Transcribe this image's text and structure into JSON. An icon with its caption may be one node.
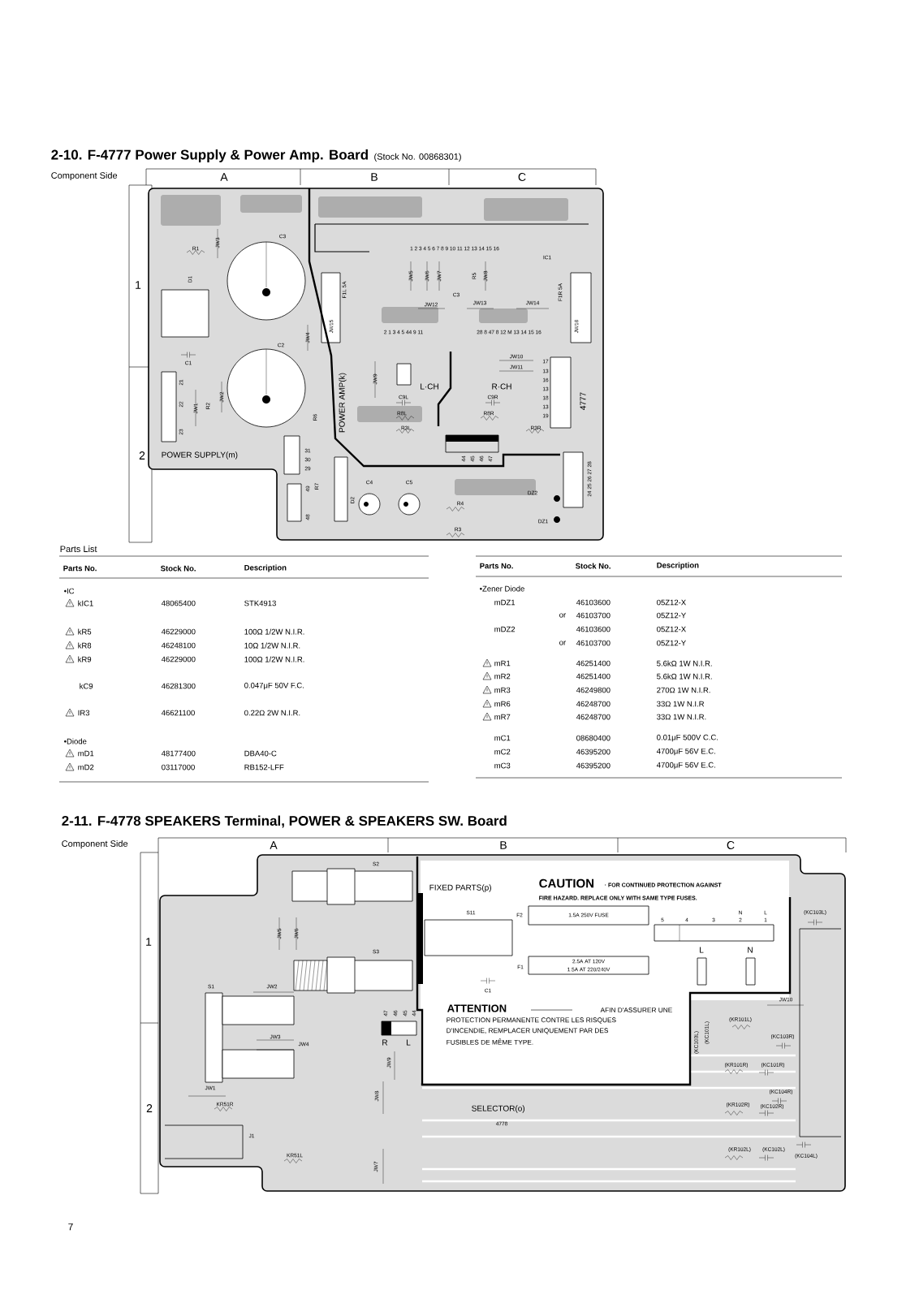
{
  "diagram": {
    "labels": [
      "2-10. F-4777 Power Supply & Power Amp. Board",
      "(Stock No. 00868301)",
      "Component Side",
      "A",
      "B",
      "C",
      "1",
      "2",
      "C3",
      "R1",
      "JW3",
      "D1",
      "C2",
      "C1",
      "21",
      "22",
      "23",
      "JW1",
      "R2",
      "JW2",
      "JW4",
      "R6",
      "POWER SUPPLY(m)",
      "31",
      "30",
      "29",
      "49",
      "48",
      "R7",
      "D2",
      "C4",
      "C5",
      "R4",
      "R3",
      "DZ2",
      "DZ1",
      "24 25 26 27 28",
      "44",
      "45",
      "46",
      "47",
      "JW15",
      "F1L 5A",
      "POWER AMP(k)",
      "1 2 3 4 5 6 7 8 9 10 11 12 13 14 15 16",
      "IC1",
      "JW5",
      "JW6",
      "JW7",
      "C3",
      "R5",
      "JW8",
      "F1R 5A",
      "JW12",
      "JW13",
      "JW14",
      "JW16",
      "2 1 3 4 5 44 9 11",
      "28 8 47 8 12 M 13 14 15 16",
      "JW9",
      "L·CH",
      "R·CH",
      "JW10",
      "JW11",
      "17",
      "13",
      "16",
      "13",
      "18",
      "13",
      "19",
      "4777",
      "C9L",
      "R8L",
      "R3L",
      "C9R",
      "R8R",
      "R3R",
      "Parts List",
      "Parts No.",
      "Stock No.",
      "Description",
      "•IC",
      "kIC1",
      "48065400",
      "STK4913",
      "kR5",
      "46229000",
      "100Ω 1/2W N.I.R.",
      "kR8",
      "46248100",
      "10Ω 1/2W N.I.R.",
      "kR9",
      "46229000",
      "100Ω 1/2W N.I.R.",
      "kC9",
      "46281300",
      "0.047μF 50V F.C.",
      "IR3",
      "46621100",
      "0.22Ω 2W N.I.R.",
      "•Diode",
      "mD1",
      "48177400",
      "DBA40-C",
      "mD2",
      "03117000",
      "RB152-LFF",
      "Parts No.",
      "Stock No.",
      "Description",
      "•Zener Diode",
      "mDZ1",
      "46103600",
      "05Z12-X",
      "or",
      "46103700",
      "05Z12-Y",
      "mDZ2",
      "46103600",
      "05Z12-X",
      "or",
      "46103700",
      "05Z12-Y",
      "mR1",
      "46251400",
      "5.6kΩ 1W N.I.R.",
      "mR2",
      "46251400",
      "5.6kΩ 1W N.I.R.",
      "mR3",
      "46249800",
      "270Ω 1W N.I.R.",
      "mR6",
      "46248700",
      "33Ω 1W N.I.R",
      "mR7",
      "46248700",
      "33Ω 1W N.I.R.",
      "mC1",
      "08680400",
      "0.01μF 500V C.C.",
      "mC2",
      "46395200",
      "4700μF 56V E.C.",
      "mC3",
      "46395200",
      "4700μF 56V E.C.",
      "2-11. F-4778 SPEAKERS Terminal, POWER & SPEAKERS SW. Board",
      "Component Side",
      "A",
      "B",
      "C",
      "1",
      "2",
      "S2",
      "JW5",
      "JW6",
      "S3",
      "S1",
      "JW2",
      "JW3",
      "JW4",
      "JW1",
      "KR51R",
      "J1",
      "KR51L",
      "47",
      "46",
      "45",
      "44",
      "R",
      "L",
      "JW9",
      "JW8",
      "JW7",
      "FIXED PARTS(p)",
      "CAUTION",
      "· FOR CONTINUED PROTECTION AGAINST",
      "FIRE HAZARD. REPLACE ONLY WITH SAME TYPE FUSES.",
      "S11",
      "F2",
      "1.5A 250V FUSE",
      "F1",
      "2.5A AT 120V",
      "1.5A AT 220/240V",
      "C1",
      "5",
      "4",
      "3",
      "2",
      "1",
      "N",
      "L",
      "L",
      "N",
      "ATTENTION",
      "AFIN D'ASSURER UNE",
      "PROTECTION PERMANENTE CONTRE LES RISQUES",
      "D'INCENDIE, REMPLACER UNIQUEMENT PAR DES",
      "FUSIBLES DE MÊME TYPE.",
      "SELECTOR(o)",
      "4778",
      "(KC103L)",
      "JW10",
      "(KR101L)",
      "(KC101L)",
      "(KC103L)",
      "(KC103R)",
      "(KR101R)",
      "(KC101R)",
      "(KC104R)",
      "(KR102R)",
      "(KC102R)",
      "(KR102L)",
      "(KC102L)",
      "(KC104L)",
      "7"
    ]
  }
}
